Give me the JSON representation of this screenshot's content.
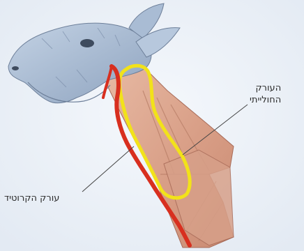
{
  "labels": {
    "jugular_line1": "העורק",
    "jugular_line2": "החולייתי",
    "carotid": "עורק הקרוטיד"
  },
  "colors": {
    "background": "#eef3fa",
    "head_fur": "#9fb3cc",
    "muscle": "#d9a58e",
    "carotid_artery": "#d82f1f",
    "vertebral_artery": "#f2e21a",
    "leader_line": "#444444"
  }
}
